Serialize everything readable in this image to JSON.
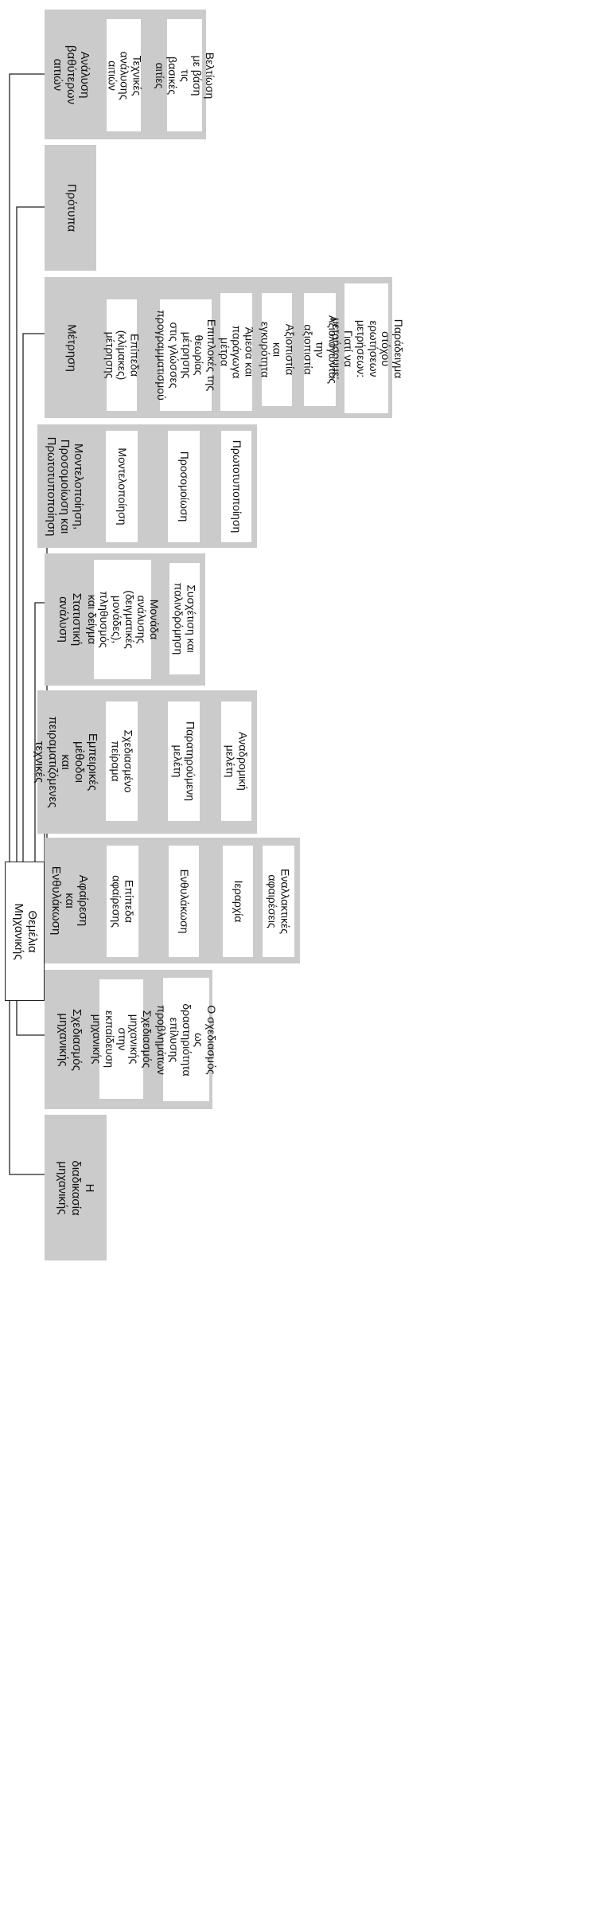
{
  "root": {
    "label": "Θεμέλια Μηχανικής"
  },
  "topics": [
    {
      "id": "deeper",
      "title": "Ανάλυση βαθύτερων\nαιτιών",
      "items": [
        "Τεχνικές ανάλυσης\nαιτιών",
        "Βελτίωση με βάση τις\nβασικές αιτίες"
      ]
    },
    {
      "id": "standards",
      "title": "Πρότυπα",
      "items": []
    },
    {
      "id": "measurement",
      "title": "Μέτρηση",
      "items": [
        "Επίπεδα (κλίμακες)\nμέτρησης",
        "Επιπλοκές της\nθεωρίας μέτρησης\nστις γλώσσες\nπρογραμματισμού",
        "Άμεσα και παράγωγα\nμέτρα",
        "Αξιοπιστία και\nεγκυρότητα",
        "Αξιολογώντας την\nαξιοπιστία",
        "Παράδειγμα στόχου\nερωτήσεων μετρήσεων:\nΓιατί να μετρήσουμε;"
      ]
    },
    {
      "id": "modeling",
      "title": "Μοντελοποίηση,\nΠροσομοίωση και\nΠρωτοτυποποίηση",
      "items": [
        "Μοντελοποίηση",
        "Προσομοίωση",
        "Πρωτοτυποποίηση"
      ]
    },
    {
      "id": "statistics",
      "title": "Στατιστική ανάλυση",
      "items": [
        "Μονάδα ανάλυσης\n(δειγματικές\nμονάδες), πληθυσμός\nκαι δείγμα",
        "Συσχέτιση και\nπαλινδρόμηση"
      ]
    },
    {
      "id": "empirical",
      "title": "Εμπειρικές μέθοδοι\nκαι πειραματιζόμενες\nτεχνικές",
      "items": [
        "Σχεδιασμένο πείραμα",
        "Παρατηρούμενη μελέτη",
        "Αναδρομική μελέτη"
      ]
    },
    {
      "id": "abstraction",
      "title": "Αφαίρεση και\nΕνθυλάκωση",
      "items": [
        "Επίπεδα αφαίρεσης",
        "Ενθυλάκωση",
        "Ιεραρχία",
        "Εναλλακτικές\nαφαιρέσεις"
      ]
    },
    {
      "id": "design",
      "title": "Σχεδιασμός μηχανικής",
      "items": [
        "Σχεδιασμός μηχανικής\nστην εκπαίδευση\nμηχανικής",
        "Ο σχεδιασμός ως\nδραστηριότητα\nεπίλυσης προβλημάτων"
      ]
    },
    {
      "id": "process",
      "title": "Η διαδικασία\nμηχανικής",
      "items": []
    }
  ],
  "colors": {
    "group_bg": "#cbcbcb",
    "box_bg": "#ffffff",
    "line": "#222222"
  }
}
